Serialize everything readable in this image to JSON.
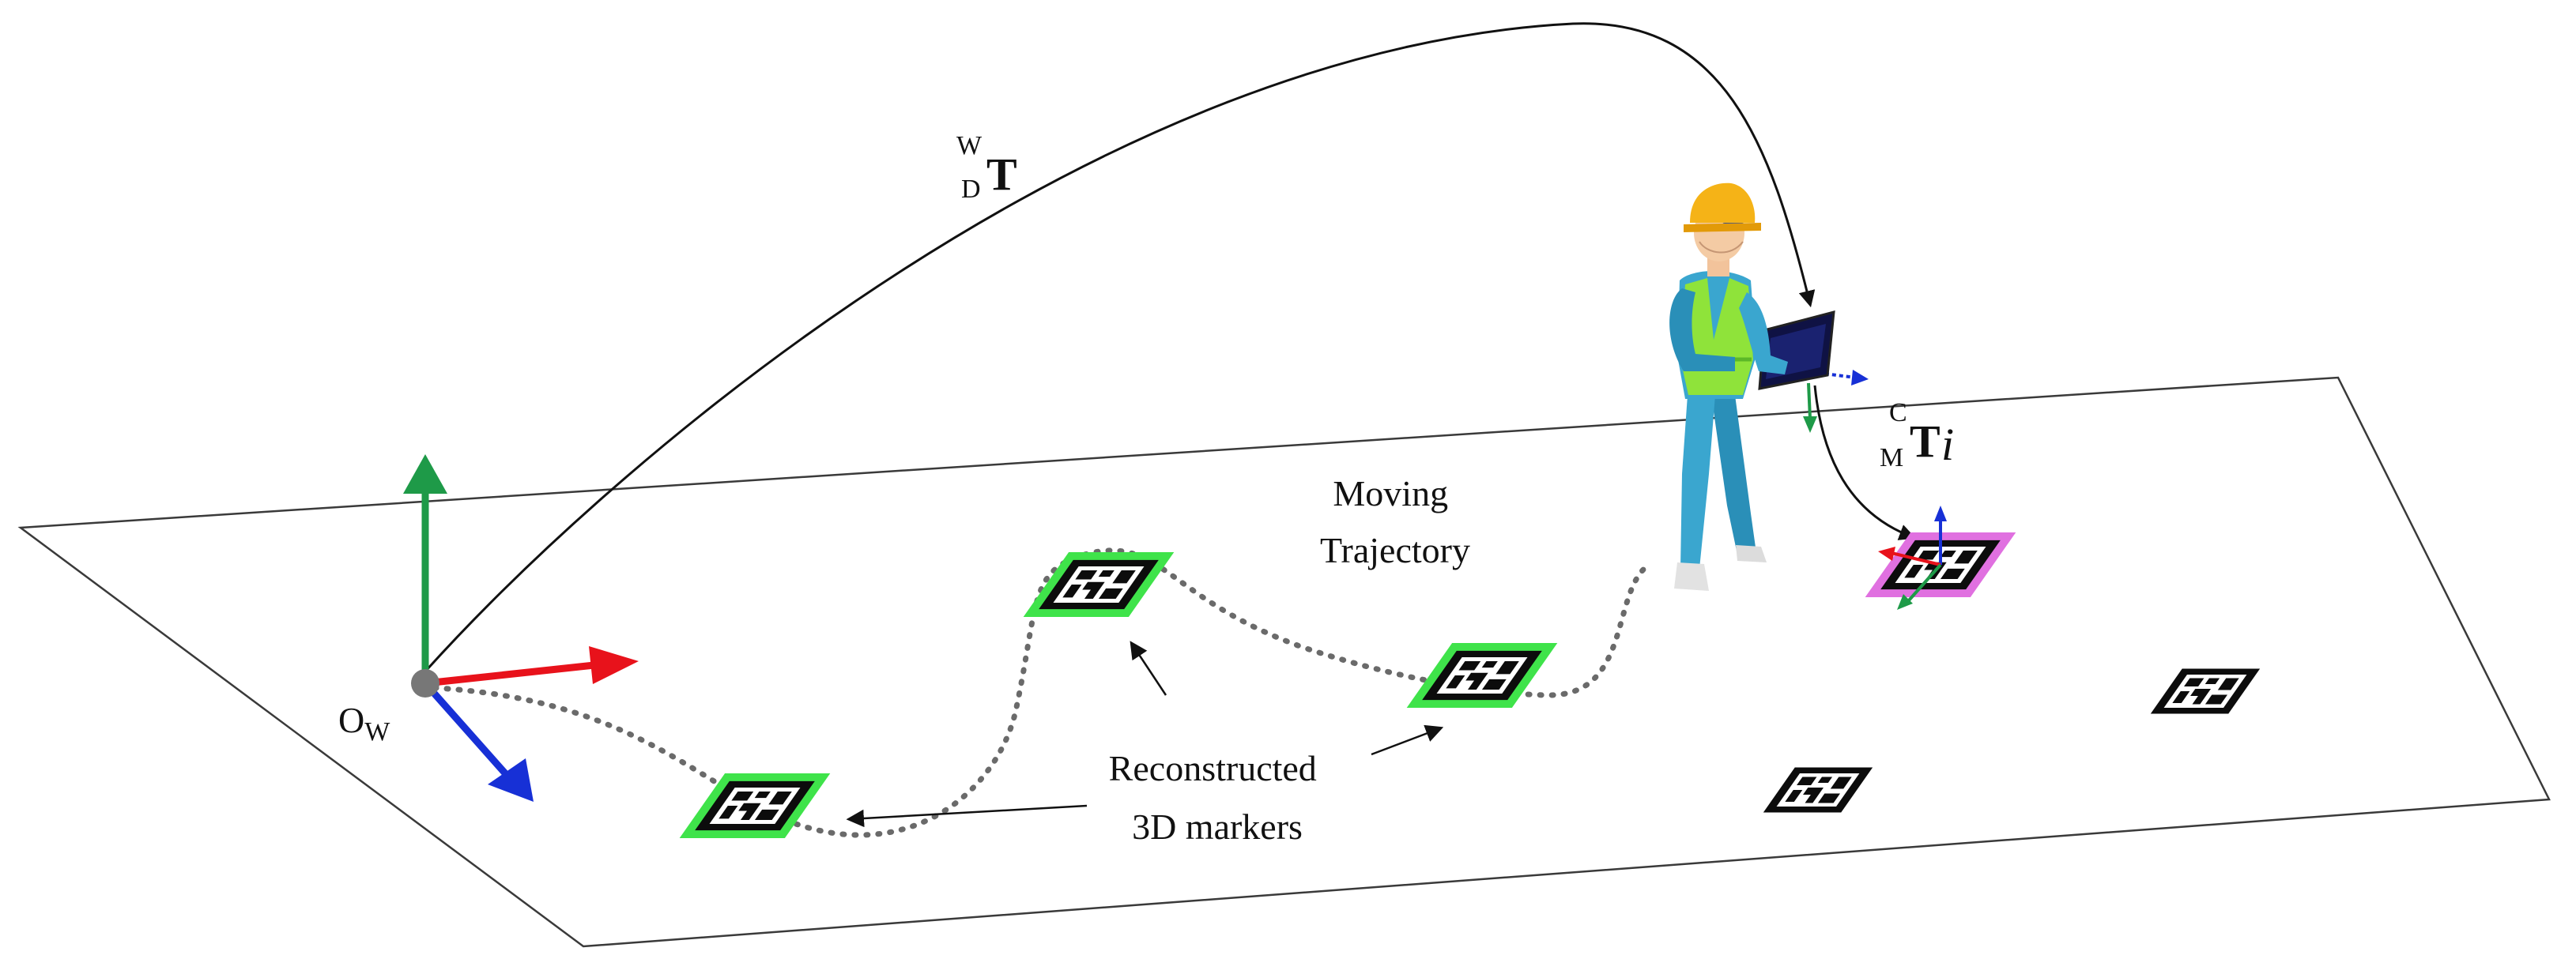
{
  "labels": {
    "origin_main": "O",
    "origin_sub": "W",
    "wdt_super": "W",
    "wdt_sub": "D",
    "wdt_main": "T",
    "cmt_super": "C",
    "cmt_sub": "M",
    "cmt_main": "T",
    "cmt_index": "i",
    "moving_line1": "Moving",
    "moving_line2": "Trajectory",
    "recon_line1": "Reconstructed",
    "recon_line2": "3D markers"
  },
  "colors": {
    "axis_x": "#e8121b",
    "axis_y": "#1e9a48",
    "axis_z": "#1730d6",
    "marker_outline": "#3fe34a",
    "observed_marker_outline": "#e070e0",
    "plane": "#333333",
    "trajectory": "#666666"
  },
  "icons": {
    "worker": "construction-worker-icon",
    "marker": "aruco-marker-icon",
    "tablet": "tablet-icon"
  }
}
